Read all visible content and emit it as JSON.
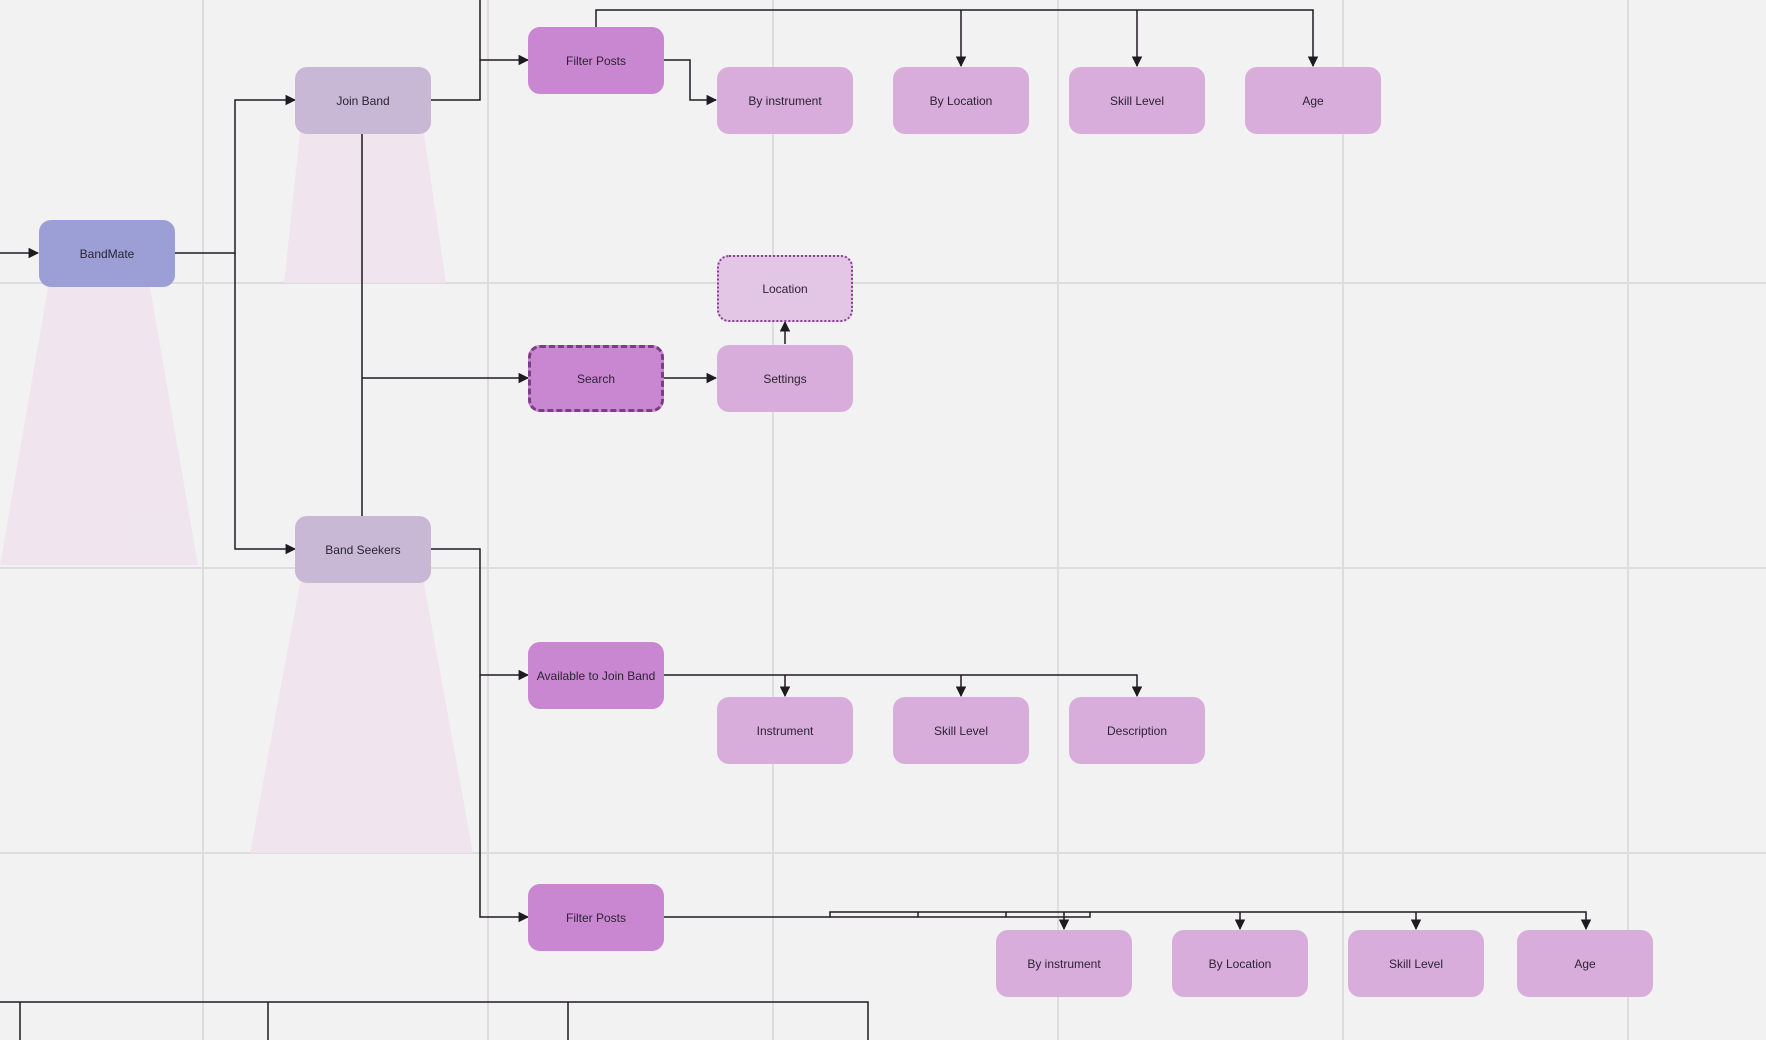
{
  "colors": {
    "background": "#f3f2f2",
    "grid": "#dedcdc",
    "connector": "#1e1a22",
    "root_fill": "#9b9fd6",
    "group_fill": "#c8b8d6",
    "action_fill": "#c986d1",
    "leaf_fill": "#d8addb",
    "beam_fill": "#efe3ef"
  },
  "nodes": {
    "bandmate": "BandMate",
    "join_band": "Join Band",
    "band_seekers": "Band Seekers",
    "filter_posts_top": "Filter Posts",
    "top_by_instrument": "By instrument",
    "top_by_location": "By Location",
    "top_skill_level": "Skill Level",
    "top_age": "Age",
    "location": "Location",
    "search": "Search",
    "settings": "Settings",
    "available_to_join": "Available to Join Band",
    "instrument": "Instrument",
    "mid_skill_level": "Skill Level",
    "description": "Description",
    "filter_posts_bottom": "Filter Posts",
    "bottom_by_instrument": "By instrument",
    "bottom_by_location": "By Location",
    "bottom_skill_level": "Skill Level",
    "bottom_age": "Age"
  }
}
